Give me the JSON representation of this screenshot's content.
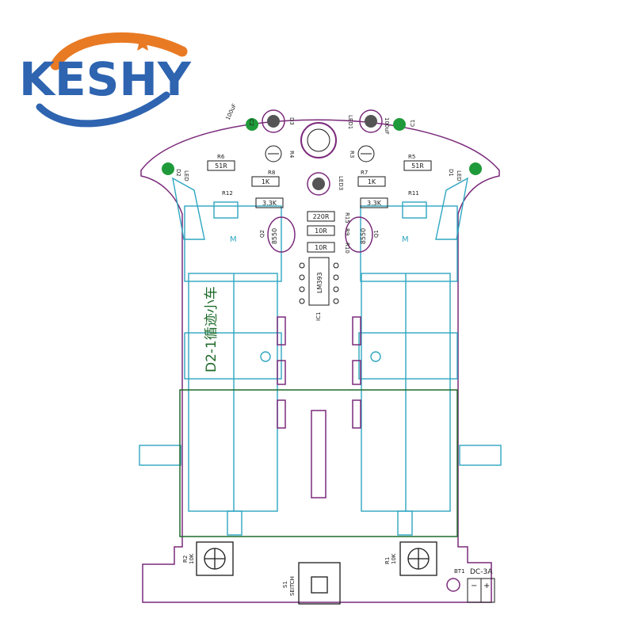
{
  "logo": {
    "text": "KESHY",
    "colors": {
      "text": "#2e64b0",
      "swoosh_orange": "#e87a24",
      "swoosh_blue": "#2e64b0"
    }
  },
  "board": {
    "colors": {
      "outline": "#7a2a7a",
      "silk": "#1a1a1a",
      "module": "#2ea6c0",
      "dark_green": "#1f6b2a",
      "cap_green": "#1f9a3a"
    },
    "title": "D2-1循迹小车",
    "labels": {
      "led_d2": "LED",
      "d2": "D2",
      "led_d1": "LED",
      "d1": "D1",
      "c2_val": "100uF",
      "c2": "C2",
      "d3": "D3",
      "led01": "LED1",
      "c1_val": "100uF",
      "c1": "C1",
      "r6_top": "R6",
      "r5_top": "R5",
      "r4": "R4",
      "r3": "R3",
      "r8": "R8",
      "r7": "R7",
      "led3": "LED3",
      "r12": "R12",
      "r11": "R11",
      "q2": "Q2",
      "q1": "Q1",
      "r15": "R15",
      "r9": "R9",
      "r10": "R10",
      "ic1": "IC1",
      "lm393": "LM393",
      "m_left": "M",
      "m_right": "M",
      "r2": "R2",
      "r2_val": "10K",
      "r1": "R1",
      "r1_val": "10K",
      "s1": "S1",
      "s1_name": "SEITCH",
      "power_bat": "BT1",
      "power": "DC-3A",
      "minus": "−",
      "plus": "+"
    },
    "resistors": [
      "51R",
      "51R",
      "1K",
      "1K",
      "3.3K",
      "3.3K",
      "220R",
      "10R",
      "10R"
    ],
    "transistors": [
      "8550",
      "8550"
    ]
  }
}
